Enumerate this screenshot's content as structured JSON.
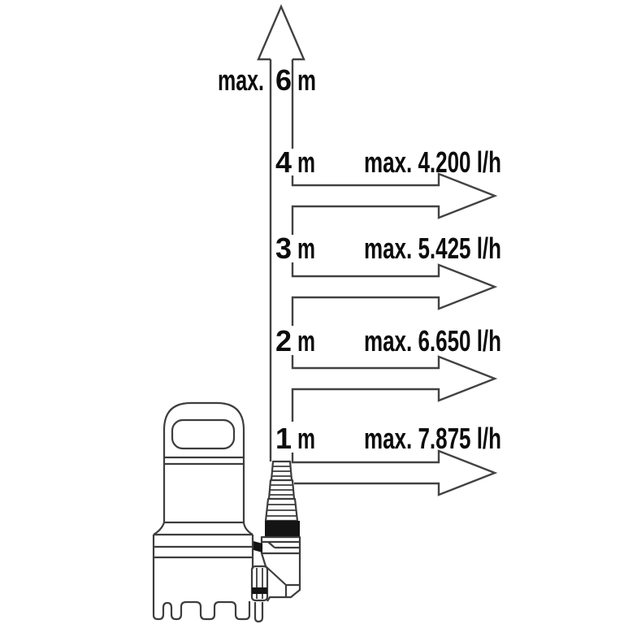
{
  "figure": {
    "type": "pump-performance-diagram",
    "max_head": {
      "prefix": "max.",
      "value": "6",
      "unit": "m"
    },
    "rows": [
      {
        "height_value": "4",
        "height_unit": "m",
        "flow_label": "max. 4.200 l/h"
      },
      {
        "height_value": "3",
        "height_unit": "m",
        "flow_label": "max. 5.425 l/h"
      },
      {
        "height_value": "2",
        "height_unit": "m",
        "flow_label": "max. 6.650 l/h"
      },
      {
        "height_value": "1",
        "height_unit": "m",
        "flow_label": "max. 7.875 l/h"
      }
    ],
    "colors": {
      "line": "#3d3d3d",
      "text": "#0c0c0c",
      "background": "#ffffff",
      "nut_fill": "#141414"
    }
  }
}
